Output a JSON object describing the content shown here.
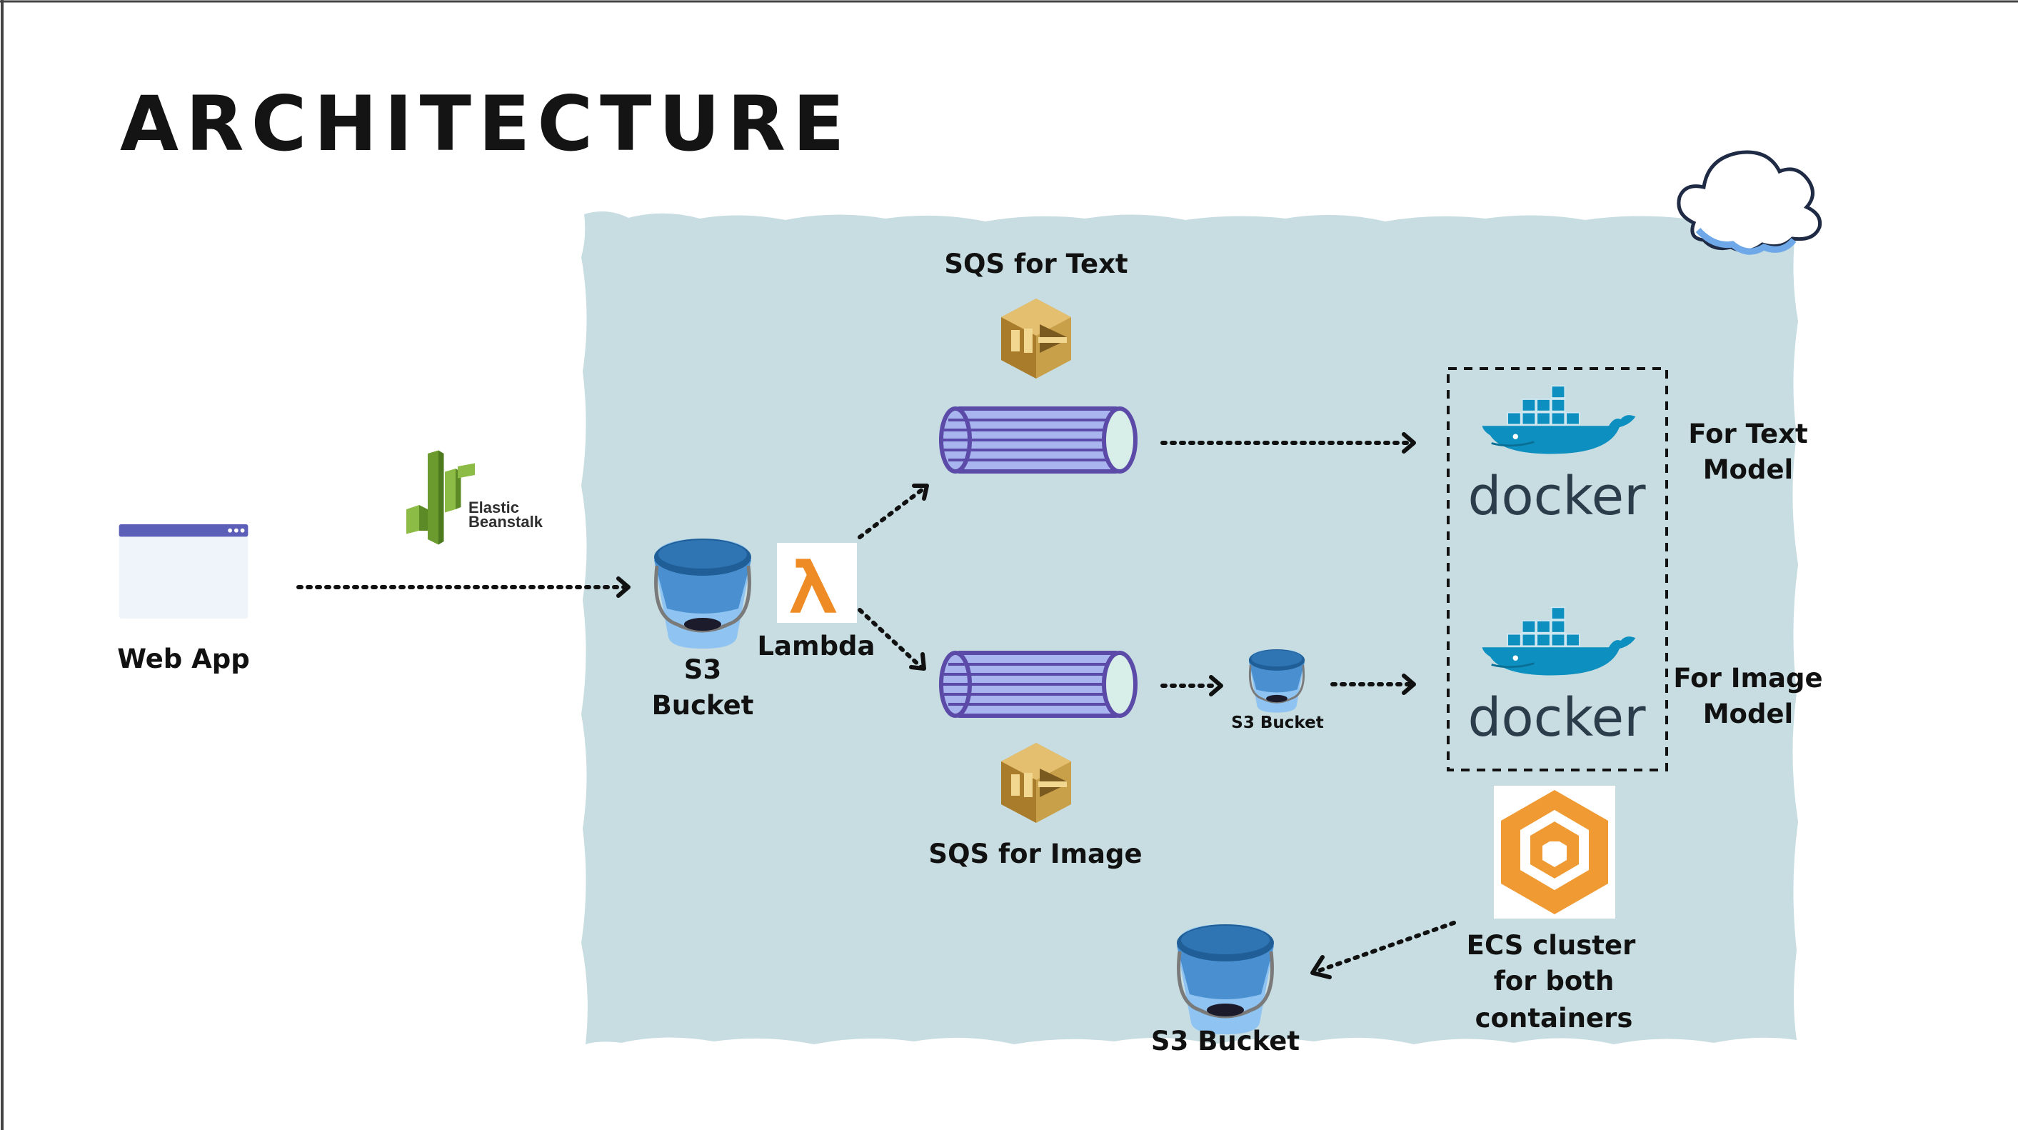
{
  "slide": {
    "title": "ARCHITECTURE"
  },
  "nodes": {
    "web_app": "Web App",
    "elastic_beanstalk": [
      "Elastic",
      "Beanstalk"
    ],
    "s3_bucket_main": [
      "S3",
      "Bucket"
    ],
    "lambda": "Lambda",
    "sqs_text": "SQS for Text",
    "sqs_image": "SQS for Image",
    "s3_bucket_small": "S3 Bucket",
    "docker_text": "docker",
    "docker_image": "docker",
    "for_text_model": [
      "For Text",
      "Model"
    ],
    "for_image_model": [
      "For Image",
      "Model"
    ],
    "ecs_cluster": [
      "ECS cluster",
      "for both",
      "containers"
    ],
    "s3_bucket_output": "S3 Bucket"
  },
  "colors": {
    "panel": "#c7dde1",
    "queue_fill": "#a9b5ee",
    "queue_stroke": "#5b4aa8",
    "queue_cap": "#d8eee8",
    "bucket_dark": "#1f5e96",
    "bucket_mid": "#4a90d0",
    "bucket_light": "#8fc4f2",
    "lambda_orange": "#ef8b24",
    "sqs_gold": "#c9a04a",
    "docker_blue": "#0d8fbf",
    "ecs_orange": "#f09a33",
    "beanstalk_green": "#6b9a2f",
    "webapp_bar": "#5b5fb8",
    "webapp_body": "#eef4fa"
  },
  "icons": [
    "browser-window-icon",
    "elastic-beanstalk-icon",
    "s3-bucket-icon",
    "lambda-icon",
    "sqs-icon",
    "queue-icon",
    "docker-icon",
    "ecs-icon",
    "cloud-icon"
  ]
}
